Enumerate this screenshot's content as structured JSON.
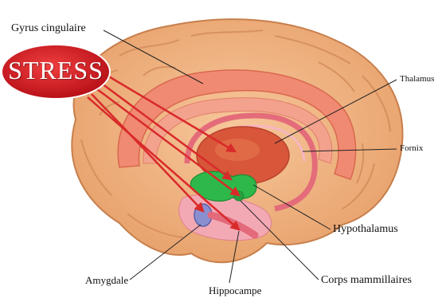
{
  "stress_label": "STRESS",
  "labels": {
    "gyrus_cingulaire": "Gyrus cingulaire",
    "thalamus": "Thalamus",
    "fornix": "Fornix",
    "hypothalamus": "Hypothalamus",
    "corps_mammillaires": "Corps mammillaires",
    "amygdale": "Amygdale",
    "hippocampe": "Hippocampe"
  },
  "colors": {
    "brain": "#f2b482",
    "cingulate": "#f08a72",
    "thalamus": "#d8563a",
    "hypothalamus": "#2fb84a",
    "amygdala": "#8a8fd0",
    "stress_fill": "#d61f2a",
    "arrow": "#d92a2a"
  }
}
